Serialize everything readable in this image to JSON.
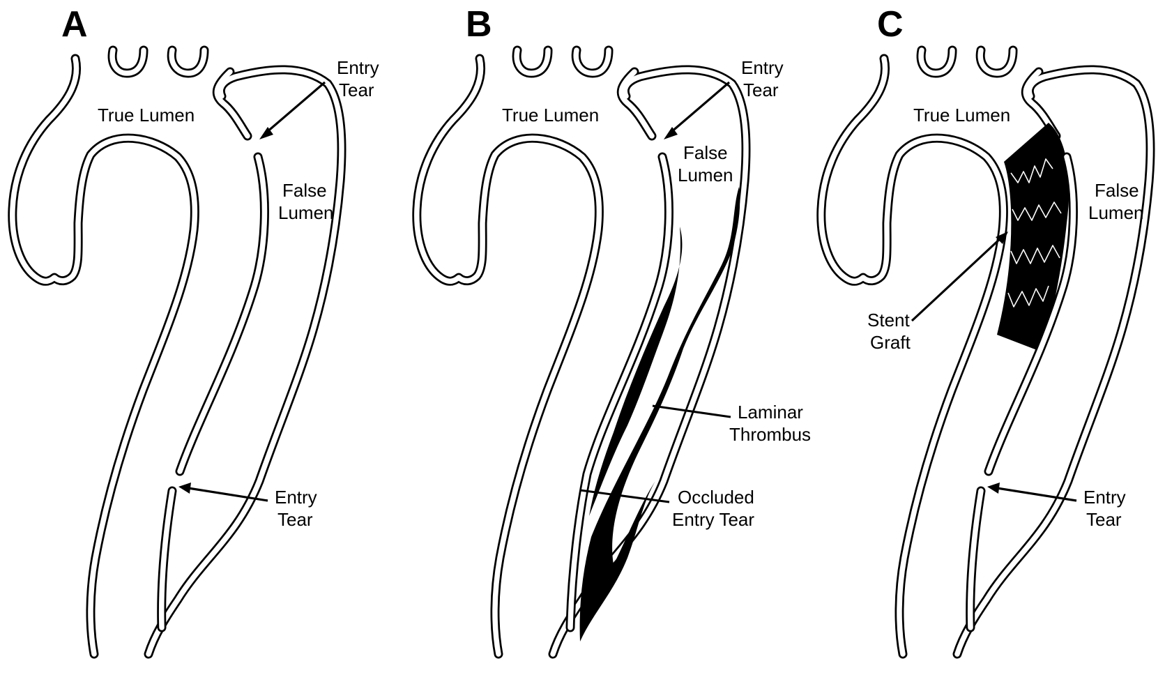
{
  "panels": [
    {
      "letter": "A",
      "labels": {
        "true_lumen": "True Lumen",
        "false_lumen": [
          "False",
          "Lumen"
        ],
        "entry_tear_top": [
          "Entry",
          "Tear"
        ],
        "entry_tear_bottom": [
          "Entry",
          "Tear"
        ]
      }
    },
    {
      "letter": "B",
      "labels": {
        "true_lumen": "True Lumen",
        "false_lumen": [
          "False",
          "Lumen"
        ],
        "entry_tear_top": [
          "Entry",
          "Tear"
        ],
        "laminar_thrombus": [
          "Laminar",
          "Thrombus"
        ],
        "occluded_entry_tear": [
          "Occluded",
          "Entry Tear"
        ]
      }
    },
    {
      "letter": "C",
      "labels": {
        "true_lumen": "True Lumen",
        "false_lumen": [
          "False",
          "Lumen"
        ],
        "stent_graft": [
          "Stent",
          "Graft"
        ],
        "entry_tear_bottom": [
          "Entry",
          "Tear"
        ]
      }
    }
  ]
}
